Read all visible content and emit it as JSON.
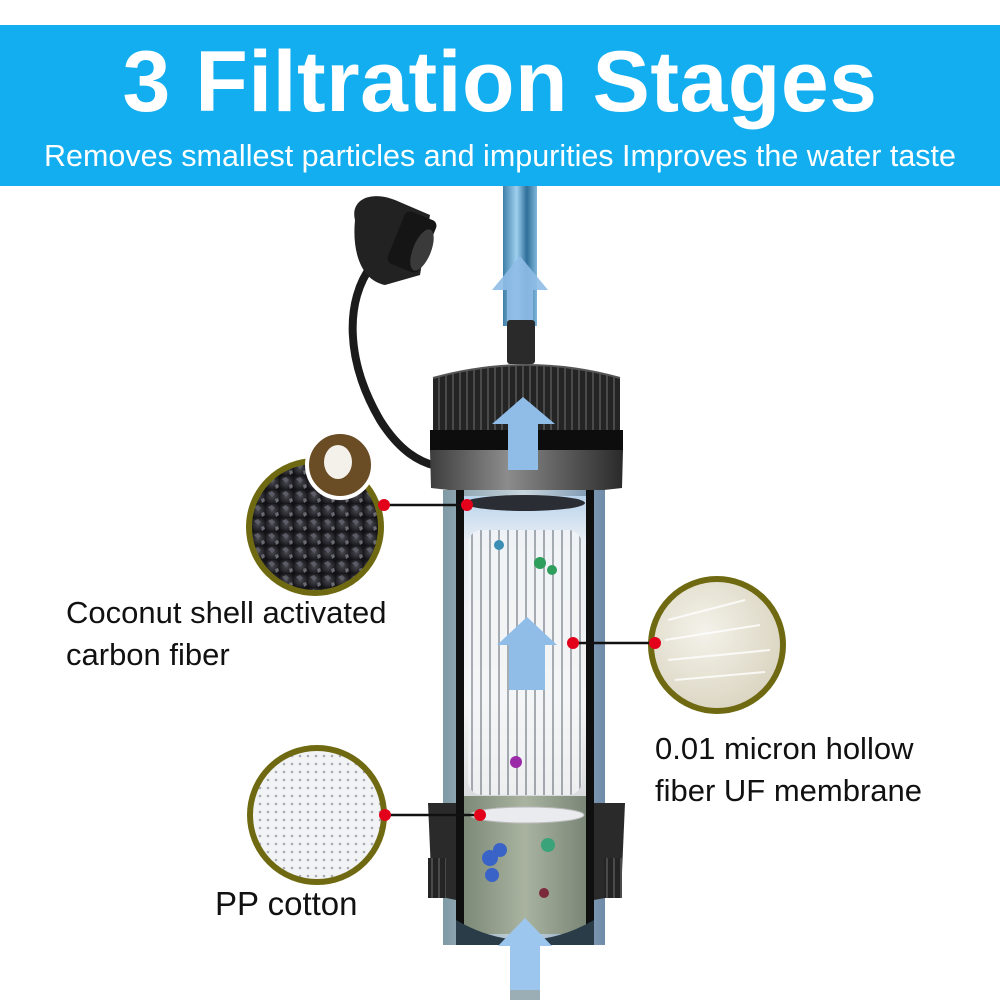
{
  "header": {
    "title": "3 Filtration Stages",
    "subtitle": "Removes smallest particles and impurities Improves the water taste",
    "background_color": "#12aeef"
  },
  "stages": [
    {
      "id": "carbon",
      "label_line1": "Coconut shell activated",
      "label_line2": "carbon fiber",
      "swatch": "activated-carbon-granules",
      "inset": "coconut"
    },
    {
      "id": "membrane",
      "label_line1": "0.01 micron hollow",
      "label_line2": "fiber UF membrane",
      "swatch": "hollow-fiber-strands"
    },
    {
      "id": "pp",
      "label_line1": "PP cotton",
      "swatch": "pp-cotton-mesh"
    }
  ],
  "colors": {
    "ring": "#6f6a12",
    "marker": "#e3001b",
    "arrow": "#8fbde8",
    "leader": "#111111"
  }
}
